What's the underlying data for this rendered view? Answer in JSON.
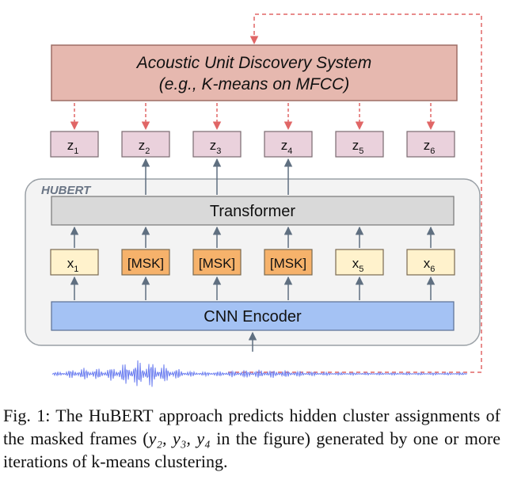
{
  "diagram": {
    "discovery_line1": "Acoustic Unit Discovery System",
    "discovery_line2": "(e.g., K-means on MFCC)",
    "hubert_label": "HUBERT",
    "transformer_label": "Transformer",
    "cnn_label": "CNN Encoder",
    "targets": [
      {
        "base": "z",
        "sub": "1"
      },
      {
        "base": "z",
        "sub": "2"
      },
      {
        "base": "z",
        "sub": "3"
      },
      {
        "base": "z",
        "sub": "4"
      },
      {
        "base": "z",
        "sub": "5"
      },
      {
        "base": "z",
        "sub": "6"
      }
    ],
    "inputs": [
      {
        "base": "x",
        "sub": "1",
        "masked": false
      },
      {
        "base": "[MSK]",
        "sub": "",
        "masked": true
      },
      {
        "base": "[MSK]",
        "sub": "",
        "masked": true
      },
      {
        "base": "[MSK]",
        "sub": "",
        "masked": true
      },
      {
        "base": "x",
        "sub": "5",
        "masked": false
      },
      {
        "base": "x",
        "sub": "6",
        "masked": false
      }
    ],
    "colors": {
      "discovery_fill": "#e6b8af",
      "target_fill": "#ead1dc",
      "transformer_fill": "#d9d9d9",
      "cnn_fill": "#a4c2f4",
      "input_fill": "#fff2cc",
      "mask_fill": "#f6b26b",
      "hubert_fill": "#f3f3f3",
      "dashed_arrow": "#e06666",
      "solid_arrow": "#5f6f80",
      "waveform": "#6d7ff0"
    }
  },
  "caption": {
    "prefix": "Fig. 1: The HuBERT approach predicts hidden cluster assignments of the masked frames (",
    "math": "y₂, y₃, y₄",
    "suffix": " in the figure) generated by one or more iterations of k-means clustering."
  }
}
